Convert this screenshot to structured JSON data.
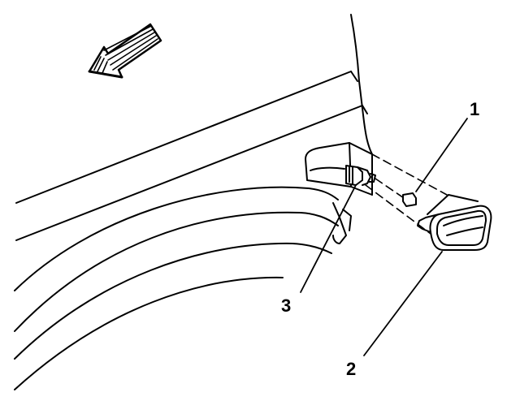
{
  "callouts": [
    {
      "id": "1",
      "label": "1"
    },
    {
      "id": "2",
      "label": "2"
    },
    {
      "id": "3",
      "label": "3"
    }
  ],
  "colors": {
    "line": "#000000",
    "background": "#ffffff"
  },
  "icons": {
    "direction_arrow": "forward-direction-arrow-icon"
  }
}
